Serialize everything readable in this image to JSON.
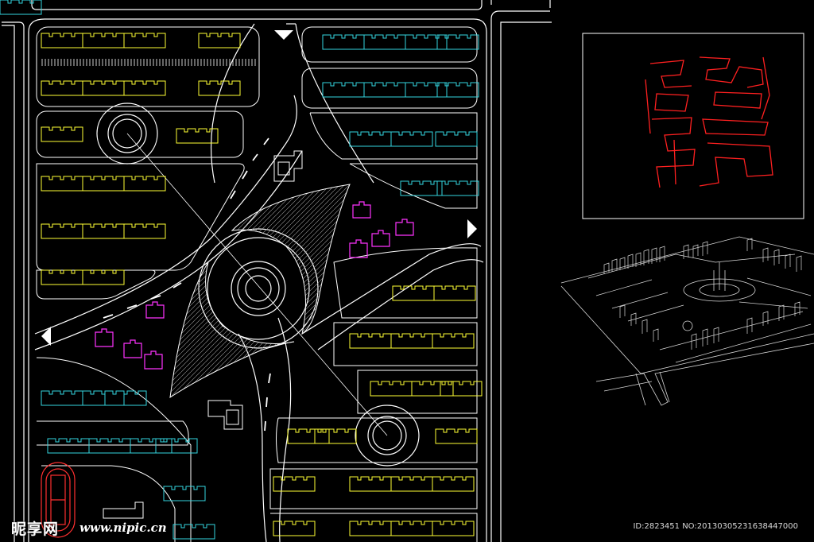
{
  "watermark": {
    "logo_text": "昵享网",
    "url": "www.nipic.cn",
    "id_line": "ID:2823451 NO:20130305231638447000"
  },
  "seal_text": "",
  "colors": {
    "background": "#000000",
    "road_lines": "#ffffff",
    "yellow_buildings": "#ffff33",
    "cyan_buildings": "#33d6e0",
    "magenta_buildings": "#ff33ff",
    "red_seal": "#ff2020",
    "hatch_fill": "#9a9a9a"
  },
  "icons": [
    "north-arrow-icon",
    "west-arrow-icon",
    "east-arrow-icon",
    "running-track-icon",
    "red-seal-stamp"
  ]
}
